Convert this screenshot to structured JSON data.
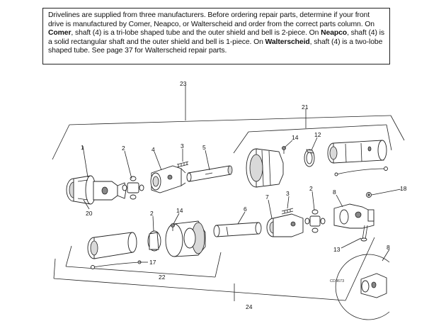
{
  "note": {
    "p1": "Drivelines are supplied from three manufacturers. Before ordering repair parts, determine if your front drive is manufactured by Comer, Neapco, or Walterscheid and order from the correct parts column. On ",
    "comer": "Comer",
    "p2": ", shaft (4) is a tri-lobe shaped tube and the outer shield and bell is 2-piece. On ",
    "neapco": "Neapco",
    "p3": ", shaft (4) is a solid rectangular shaft and the outer shield and bell is 1-piece. On ",
    "walterscheid": "Walterscheid",
    "p4": ", shaft (4) is a two-lobe shaped tube. See page 37 for Walterscheid repair parts."
  },
  "callouts": {
    "c23": "23",
    "c21": "21",
    "c14a": "14",
    "c12": "12",
    "c1": "1",
    "c2a": "2",
    "c4": "4",
    "c3a": "3",
    "c5": "5",
    "c18": "18",
    "c8a": "8",
    "c2b": "2",
    "c3b": "3",
    "c7": "7",
    "c20": "20",
    "c6": "6",
    "c14b": "14",
    "c2c": "2",
    "c13": "13",
    "c17": "17",
    "c22": "22",
    "c24": "24",
    "c8b": "8"
  },
  "figure_code": "CD3673"
}
